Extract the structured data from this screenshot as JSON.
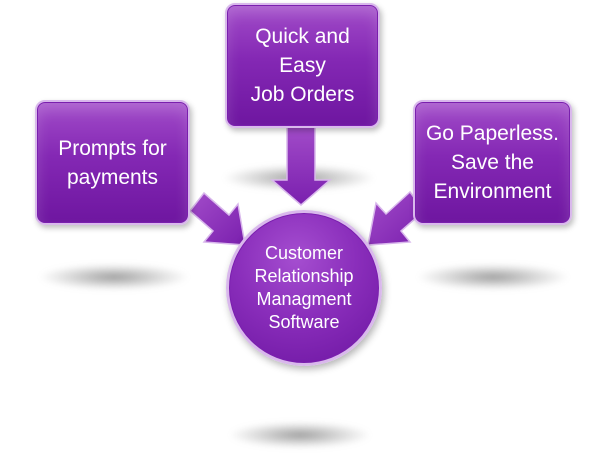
{
  "diagram": {
    "center": {
      "label": "Customer\nRelationship\nManagment\nSoftware"
    },
    "nodes": [
      {
        "id": "left",
        "label": "Prompts for\npayments"
      },
      {
        "id": "top",
        "label": "Quick and\nEasy\nJob Orders"
      },
      {
        "id": "right",
        "label": "Go Paperless.\nSave the\nEnvironment"
      }
    ],
    "colors": {
      "fill": "#8428b4",
      "fill_light": "#a24cc9",
      "fill_dark": "#6e16a0",
      "border": "#d9b8ec",
      "text": "#ffffff"
    }
  }
}
